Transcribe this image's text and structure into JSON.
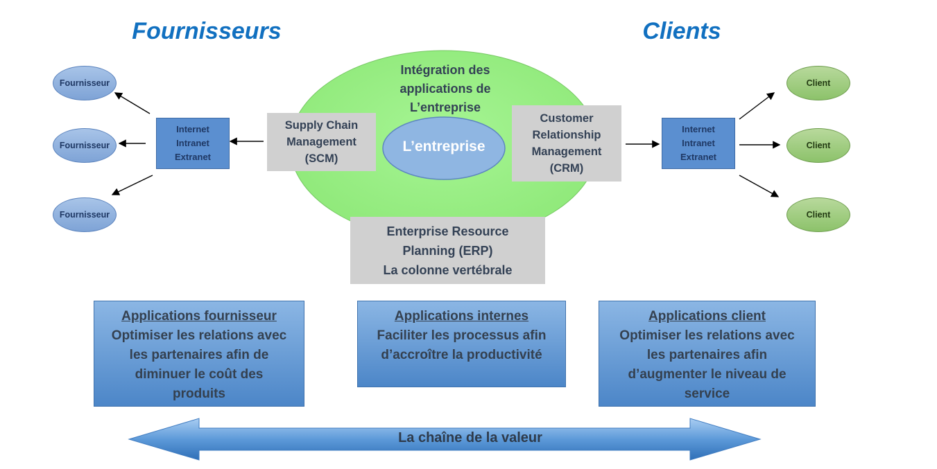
{
  "headings": {
    "suppliers": "Fournisseurs",
    "clients": "Clients"
  },
  "suppliers": [
    "Fournisseur",
    "Fournisseur",
    "Fournisseur"
  ],
  "clients": [
    "Client",
    "Client",
    "Client"
  ],
  "network_left": [
    "Internet",
    "Intranet",
    "Extranet"
  ],
  "network_right": [
    "Internet",
    "Intranet",
    "Extranet"
  ],
  "center": {
    "integration": [
      "Intégration des",
      "applications de",
      "L’entreprise"
    ],
    "enterprise": "L’entreprise",
    "scm": [
      "Supply Chain",
      "Management",
      "(SCM)"
    ],
    "crm": [
      "Customer",
      "Relationship",
      "Management",
      "(CRM)"
    ],
    "erp": [
      "Enterprise Resource",
      "Planning (ERP)",
      "La colonne vertébrale"
    ]
  },
  "apps": {
    "supplier": {
      "title": "Applications fournisseur",
      "lines": [
        "Optimiser les relations avec",
        "les partenaires afin de",
        "diminuer le coût des",
        "produits"
      ]
    },
    "internal": {
      "title": "Applications internes",
      "lines": [
        "Faciliter les processus afin",
        "d’accroître la productivité"
      ]
    },
    "client": {
      "title": "Applications client",
      "lines": [
        "Optimiser les relations avec",
        "les partenaires afin",
        "d’augmenter le niveau de",
        "service"
      ]
    }
  },
  "value_chain": "La chaîne de la valeur",
  "colors": {
    "heading": "#1170c0",
    "ellipse": "#9ef08a",
    "arrow": "#4f8fd3"
  }
}
